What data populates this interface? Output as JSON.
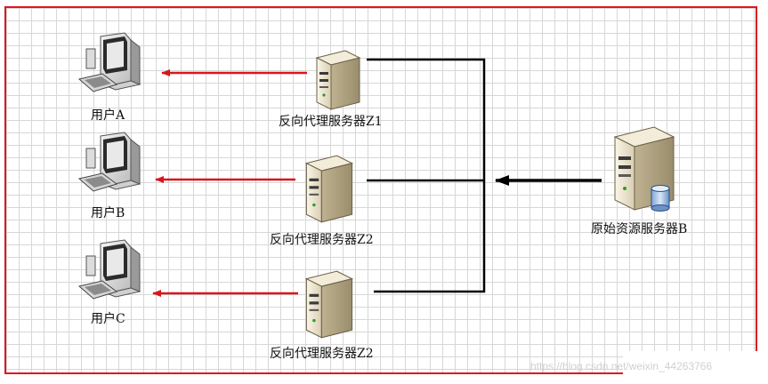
{
  "nodes": {
    "user_a": {
      "label": "用户A",
      "icon": "computer-icon"
    },
    "user_b": {
      "label": "用户B",
      "icon": "computer-icon"
    },
    "user_c": {
      "label": "用户C",
      "icon": "computer-icon"
    },
    "proxy_1": {
      "label": "反向代理服务器Z1",
      "icon": "server-icon"
    },
    "proxy_2": {
      "label": "反向代理服务器Z2",
      "icon": "server-icon"
    },
    "proxy_3": {
      "label": "反向代理服务器Z2",
      "icon": "server-icon"
    },
    "origin": {
      "label": "原始资源服务器B",
      "icon": "database-server-icon"
    }
  },
  "edges": [
    {
      "from": "proxy_1",
      "to": "user_a",
      "color": "#d9161d"
    },
    {
      "from": "proxy_2",
      "to": "user_b",
      "color": "#d9161d"
    },
    {
      "from": "proxy_3",
      "to": "user_c",
      "color": "#d9161d"
    },
    {
      "from": "origin",
      "to": [
        "proxy_1",
        "proxy_2",
        "proxy_3"
      ],
      "color": "#000000"
    }
  ],
  "colors": {
    "frame": "#e0161d",
    "user_arrow": "#d9161d",
    "backbone": "#000000"
  },
  "watermark": "https://blog.csdn.net/weixin_44263766"
}
